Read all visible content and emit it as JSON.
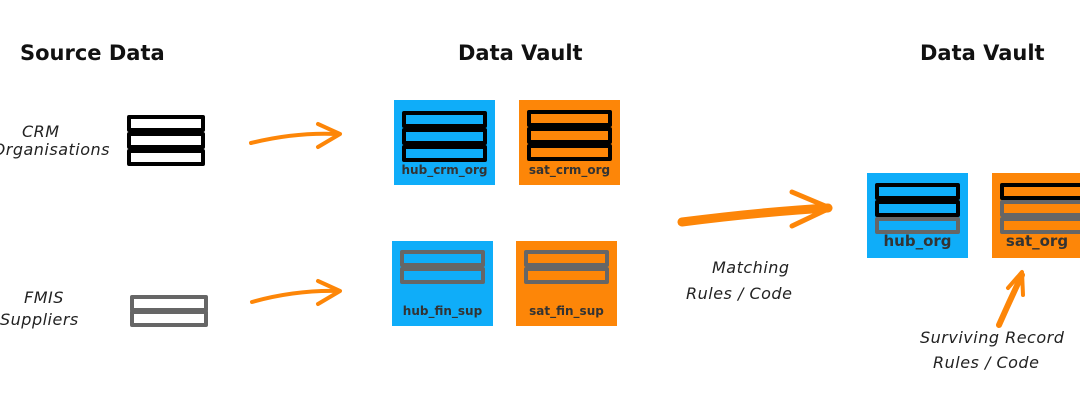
{
  "titles": {
    "source": "Source Data",
    "vault1": "Data Vault",
    "vault2": "Data Vault"
  },
  "sources": [
    {
      "line1": "CRM",
      "line2": "Organisations"
    },
    {
      "line1": "FMIS",
      "line2": "Suppliers"
    }
  ],
  "tables": {
    "hub_crm_org": "hub_crm_org",
    "sat_crm_org": "sat_crm_org",
    "hub_fin_sup": "hub_fin_sup",
    "sat_fin_sup": "sat_fin_sup",
    "hub_org": "hub_org",
    "sat_org": "sat_org"
  },
  "annotations": {
    "matching1": "Matching",
    "matching2": "Rules / Code",
    "surviving1": "Surviving Record",
    "surviving2": "Rules / Code"
  },
  "colors": {
    "hub": "#0fadf9",
    "sat": "#fd8608",
    "arrow": "#fd8608"
  }
}
